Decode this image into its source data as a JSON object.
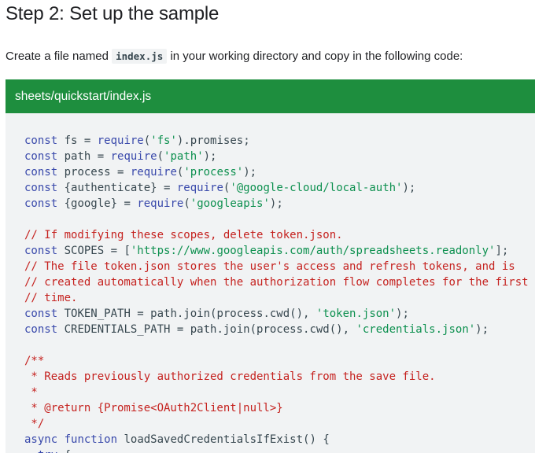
{
  "heading": "Step 2: Set up the sample",
  "intro": {
    "before": "Create a file named ",
    "filename": "index.js",
    "after": " in your working directory and copy in the following code:"
  },
  "code_tab": {
    "path": "sheets/quickstart/index.js"
  },
  "code_lines": [
    [
      [
        "kw",
        "const"
      ],
      [
        "tx",
        " fs = "
      ],
      [
        "kw",
        "require"
      ],
      [
        "tx",
        "("
      ],
      [
        "st",
        "'fs'"
      ],
      [
        "tx",
        ").promises;"
      ]
    ],
    [
      [
        "kw",
        "const"
      ],
      [
        "tx",
        " path = "
      ],
      [
        "kw",
        "require"
      ],
      [
        "tx",
        "("
      ],
      [
        "st",
        "'path'"
      ],
      [
        "tx",
        ");"
      ]
    ],
    [
      [
        "kw",
        "const"
      ],
      [
        "tx",
        " process = "
      ],
      [
        "kw",
        "require"
      ],
      [
        "tx",
        "("
      ],
      [
        "st",
        "'process'"
      ],
      [
        "tx",
        ");"
      ]
    ],
    [
      [
        "kw",
        "const"
      ],
      [
        "tx",
        " {authenticate} = "
      ],
      [
        "kw",
        "require"
      ],
      [
        "tx",
        "("
      ],
      [
        "st",
        "'@google-cloud/local-auth'"
      ],
      [
        "tx",
        ");"
      ]
    ],
    [
      [
        "kw",
        "const"
      ],
      [
        "tx",
        " {google} = "
      ],
      [
        "kw",
        "require"
      ],
      [
        "tx",
        "("
      ],
      [
        "st",
        "'googleapis'"
      ],
      [
        "tx",
        ");"
      ]
    ],
    [],
    [
      [
        "cm",
        "// If modifying these scopes, delete token.json."
      ]
    ],
    [
      [
        "kw",
        "const"
      ],
      [
        "tx",
        " SCOPES = ["
      ],
      [
        "st",
        "'https://www.googleapis.com/auth/spreadsheets.readonly'"
      ],
      [
        "tx",
        "];"
      ]
    ],
    [
      [
        "cm",
        "// The file token.json stores the user's access and refresh tokens, and is"
      ]
    ],
    [
      [
        "cm",
        "// created automatically when the authorization flow completes for the first"
      ]
    ],
    [
      [
        "cm",
        "// time."
      ]
    ],
    [
      [
        "kw",
        "const"
      ],
      [
        "tx",
        " TOKEN_PATH = path.join(process.cwd(), "
      ],
      [
        "st",
        "'token.json'"
      ],
      [
        "tx",
        ");"
      ]
    ],
    [
      [
        "kw",
        "const"
      ],
      [
        "tx",
        " CREDENTIALS_PATH = path.join(process.cwd(), "
      ],
      [
        "st",
        "'credentials.json'"
      ],
      [
        "tx",
        ");"
      ]
    ],
    [],
    [
      [
        "cm",
        "/**"
      ]
    ],
    [
      [
        "cm",
        " * Reads previously authorized credentials from the save file."
      ]
    ],
    [
      [
        "cm",
        " *"
      ]
    ],
    [
      [
        "cm",
        " * @return {Promise<OAuth2Client|null>}"
      ]
    ],
    [
      [
        "cm",
        " */"
      ]
    ],
    [
      [
        "kw",
        "async"
      ],
      [
        "tx",
        " "
      ],
      [
        "kw",
        "function"
      ],
      [
        "tx",
        " loadSavedCredentialsIfExist() {"
      ]
    ],
    [
      [
        "tx",
        "  "
      ],
      [
        "kw",
        "try"
      ],
      [
        "tx",
        " {"
      ]
    ]
  ]
}
